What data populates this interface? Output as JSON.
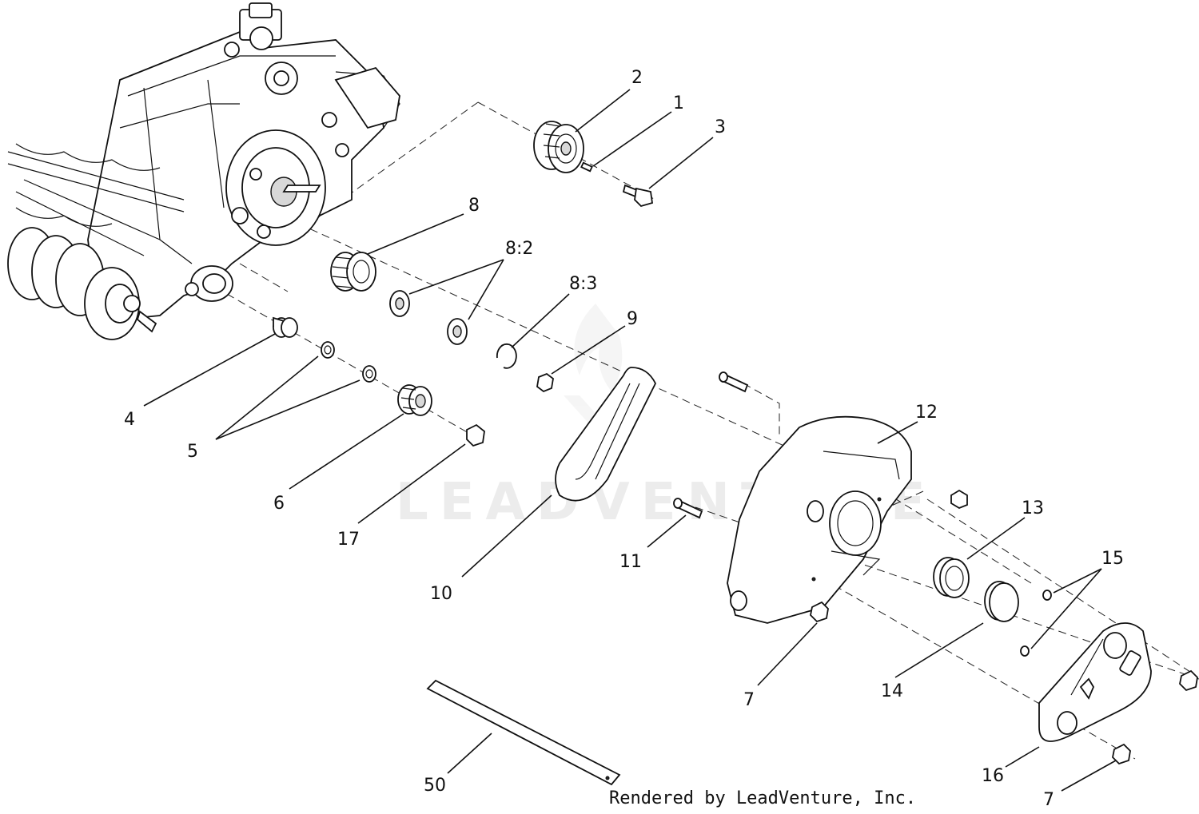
{
  "watermark": "LEADVENTURE",
  "footer": "Rendered by LeadVenture, Inc.",
  "callouts": [
    {
      "id": "c1",
      "label": "1"
    },
    {
      "id": "c2",
      "label": "2"
    },
    {
      "id": "c3",
      "label": "3"
    },
    {
      "id": "c4",
      "label": "4"
    },
    {
      "id": "c5",
      "label": "5"
    },
    {
      "id": "c6",
      "label": "6"
    },
    {
      "id": "c7a",
      "label": "7"
    },
    {
      "id": "c7b",
      "label": "7"
    },
    {
      "id": "c8",
      "label": "8"
    },
    {
      "id": "c8_2",
      "label": "8:2"
    },
    {
      "id": "c8_3",
      "label": "8:3"
    },
    {
      "id": "c9",
      "label": "9"
    },
    {
      "id": "c10",
      "label": "10"
    },
    {
      "id": "c11",
      "label": "11"
    },
    {
      "id": "c12",
      "label": "12"
    },
    {
      "id": "c13",
      "label": "13"
    },
    {
      "id": "c14",
      "label": "14"
    },
    {
      "id": "c15",
      "label": "15"
    },
    {
      "id": "c16",
      "label": "16"
    },
    {
      "id": "c17",
      "label": "17"
    },
    {
      "id": "c50",
      "label": "50"
    }
  ]
}
